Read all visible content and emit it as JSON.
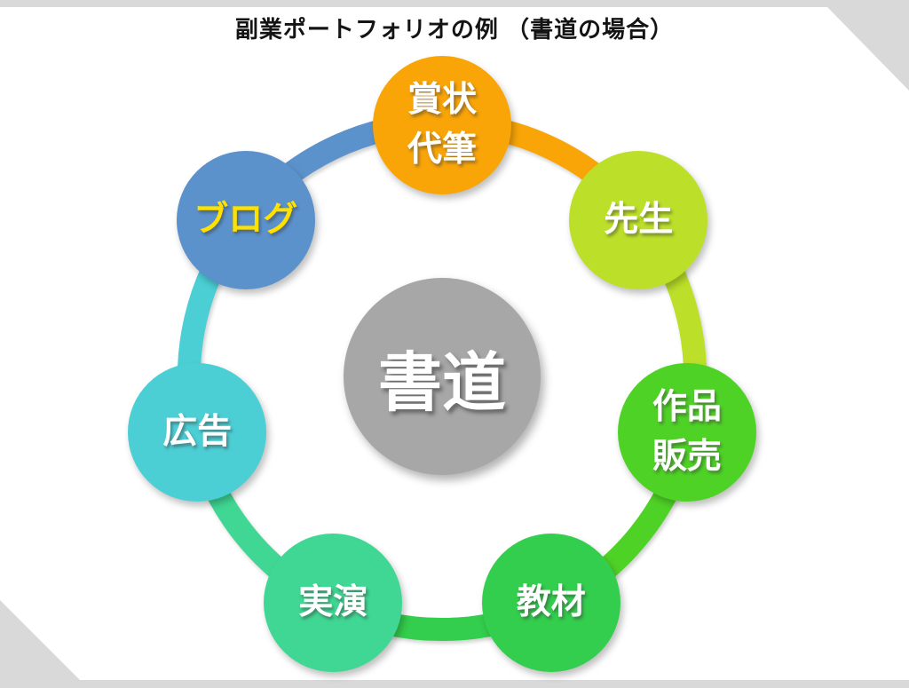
{
  "title": "副業ポートフォリオの例 （書道の場合）",
  "hub": {
    "label": "書道",
    "color": "#A7A7A7",
    "text_color": "#FFFFFF"
  },
  "nodes": [
    {
      "name": "award-certificate-writing",
      "lines": [
        "賞状",
        "代筆"
      ],
      "color": "#F9A508",
      "text_color": "#FFFFFF"
    },
    {
      "name": "teacher",
      "lines": [
        "先生"
      ],
      "color": "#BCE029",
      "text_color": "#FFFFFF"
    },
    {
      "name": "artwork-sales",
      "lines": [
        "作品",
        "販売"
      ],
      "color": "#4FD226",
      "text_color": "#FFFFFF"
    },
    {
      "name": "teaching-materials",
      "lines": [
        "教材"
      ],
      "color": "#33CE4D",
      "text_color": "#FFFFFF"
    },
    {
      "name": "demonstration",
      "lines": [
        "実演"
      ],
      "color": "#3FD793",
      "text_color": "#FFFFFF"
    },
    {
      "name": "advertising",
      "lines": [
        "広告"
      ],
      "color": "#4BCFD5",
      "text_color": "#FFFFFF"
    },
    {
      "name": "blog",
      "lines": [
        "ブログ"
      ],
      "color": "#5C92CC",
      "text_color": "#FFE100"
    }
  ],
  "decor": {
    "background": "#FFFFFF",
    "corner_color": "#D9D9D9"
  }
}
